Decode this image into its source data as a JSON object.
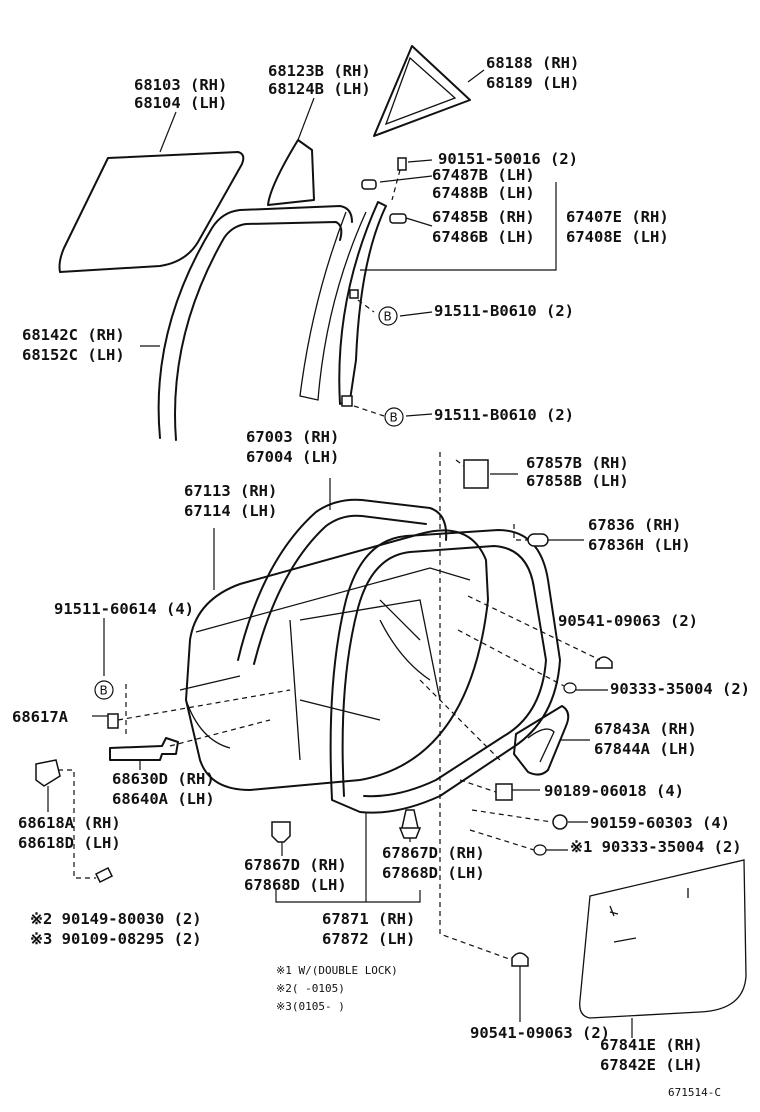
{
  "callouts": [
    {
      "id": "c1",
      "lines": [
        "68103 (RH)",
        "68104 (LH)"
      ]
    },
    {
      "id": "c2",
      "lines": [
        "68123B (RH)",
        "68124B (LH)"
      ]
    },
    {
      "id": "c3",
      "lines": [
        "68188 (RH)",
        "68189 (LH)"
      ]
    },
    {
      "id": "c4",
      "lines": [
        "90151-50016 (2)"
      ]
    },
    {
      "id": "c5",
      "lines": [
        "67487B (LH)",
        "67488B (LH)"
      ]
    },
    {
      "id": "c6",
      "lines": [
        "67485B (RH)",
        "67486B (LH)"
      ]
    },
    {
      "id": "c7",
      "lines": [
        "67407E (RH)",
        "67408E (LH)"
      ]
    },
    {
      "id": "c8",
      "lines": [
        "68142C (RH)",
        "68152C (LH)"
      ]
    },
    {
      "id": "c9",
      "lines": [
        "91511-B0610 (2)"
      ]
    },
    {
      "id": "c10",
      "lines": [
        "91511-B0610 (2)"
      ]
    },
    {
      "id": "c11",
      "lines": [
        "67003 (RH)",
        "67004 (LH)"
      ]
    },
    {
      "id": "c12",
      "lines": [
        "67113 (RH)",
        "67114 (LH)"
      ]
    },
    {
      "id": "c13",
      "lines": [
        "67857B (RH)",
        "67858B (LH)"
      ]
    },
    {
      "id": "c14",
      "lines": [
        "67836 (RH)",
        "67836H (LH)"
      ]
    },
    {
      "id": "c15",
      "lines": [
        "91511-60614 (4)"
      ]
    },
    {
      "id": "c16",
      "lines": [
        "90541-09063 (2)"
      ]
    },
    {
      "id": "c17",
      "lines": [
        "90333-35004 (2)"
      ]
    },
    {
      "id": "c18",
      "lines": [
        "68617A"
      ]
    },
    {
      "id": "c19",
      "lines": [
        "67843A (RH)",
        "67844A (LH)"
      ]
    },
    {
      "id": "c20",
      "lines": [
        "68630D (RH)",
        "68640A (LH)"
      ]
    },
    {
      "id": "c21",
      "lines": [
        "90189-06018 (4)"
      ]
    },
    {
      "id": "c22",
      "lines": [
        "68618A (RH)",
        "68618D (LH)"
      ]
    },
    {
      "id": "c23",
      "lines": [
        "90159-60303 (4)"
      ]
    },
    {
      "id": "c24",
      "lines": [
        "※1 90333-35004 (2)"
      ]
    },
    {
      "id": "c25",
      "lines": [
        "67867D (RH)",
        "67868D (LH)"
      ]
    },
    {
      "id": "c26",
      "lines": [
        "67867D (RH)",
        "67868D (LH)"
      ]
    },
    {
      "id": "c27",
      "lines": [
        "※2 90149-80030 (2)",
        "※3 90109-08295 (2)"
      ]
    },
    {
      "id": "c28",
      "lines": [
        "67871 (RH)",
        "67872 (LH)"
      ]
    },
    {
      "id": "c29",
      "lines": [
        "90541-09063 (2)"
      ]
    },
    {
      "id": "c30",
      "lines": [
        "67841E (RH)",
        "67842E (LH)"
      ]
    }
  ],
  "notes": [
    "※1 W/(DOUBLE LOCK)",
    "※2(        -0105)",
    "※3(0105-        )"
  ],
  "ref_marker": "B",
  "diagram_code": "671514-C"
}
